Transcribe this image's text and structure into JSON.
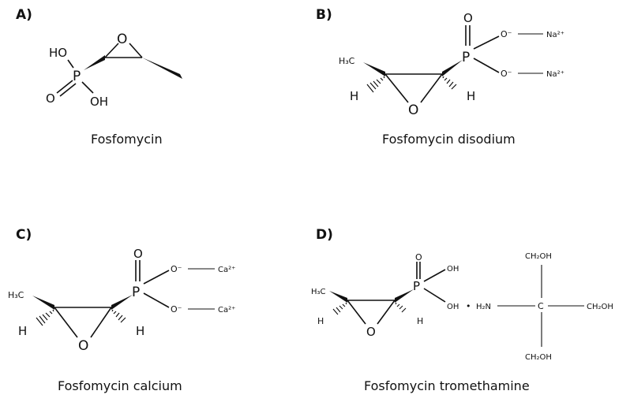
{
  "panels": {
    "a": {
      "letter": "A)",
      "caption": "Fosfomycin",
      "atoms": {
        "ho": "HO",
        "p": "P",
        "o_dbl": "O",
        "oh": "OH",
        "o_ring": "O"
      }
    },
    "b": {
      "letter": "B)",
      "caption": "Fosfomycin disodium",
      "atoms": {
        "h3c": "H₃C",
        "h_left": "H",
        "o_ring": "O",
        "h_right": "H",
        "p": "P",
        "o_dbl": "O",
        "o1": "O⁻",
        "o2": "O⁻",
        "na1": "Na²⁺",
        "na2": "Na²⁺"
      }
    },
    "c": {
      "letter": "C)",
      "caption": "Fosfomycin calcium",
      "atoms": {
        "h3c": "H₃C",
        "h_left": "H",
        "o_ring": "O",
        "h_right": "H",
        "p": "P",
        "o_dbl": "O",
        "o1": "O⁻",
        "o2": "O⁻",
        "ca1": "Ca²⁺",
        "ca2": "Ca²⁺"
      }
    },
    "d": {
      "letter": "D)",
      "caption": "Fosfomycin tromethamine",
      "atoms": {
        "h3c": "H₃C",
        "h_left": "H",
        "o_ring": "O",
        "h_right": "H",
        "p": "P",
        "o_dbl": "O",
        "oh1": "OH",
        "oh2": "OH",
        "dot": "•",
        "h2n": "H₂N",
        "c": "C",
        "ch2oh_top": "CH₂OH",
        "ch2oh_right": "CH₂OH",
        "ch2oh_bottom": "CH₂OH"
      }
    }
  }
}
